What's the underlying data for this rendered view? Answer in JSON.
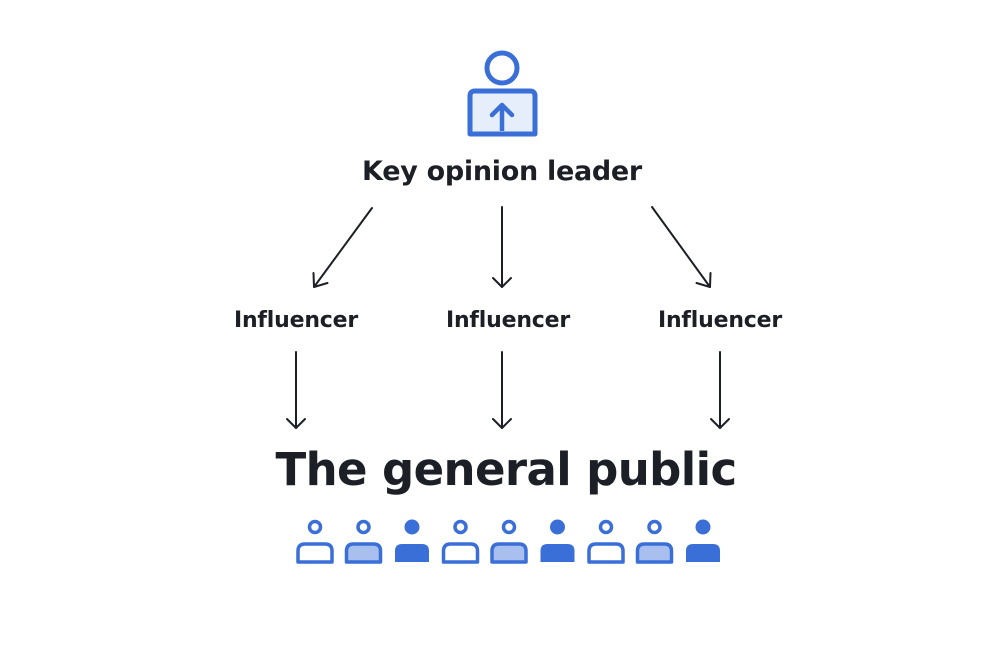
{
  "diagram": {
    "leader_label": "Key opinion leader",
    "influencers": [
      {
        "label": "Influencer"
      },
      {
        "label": "Influencer"
      },
      {
        "label": "Influencer"
      }
    ],
    "public_label": "The general public",
    "people_styles": [
      "outline",
      "light",
      "solid",
      "outline",
      "light",
      "solid",
      "outline",
      "light",
      "solid"
    ]
  },
  "icons": {
    "leader": "person-with-up-arrow-icon",
    "public_person": "person-icon"
  },
  "colors": {
    "accent": "#3a6fd8",
    "accent_light": "#a9c0ee",
    "leader_fill": "#e6eefc",
    "text": "#1c1f26"
  }
}
